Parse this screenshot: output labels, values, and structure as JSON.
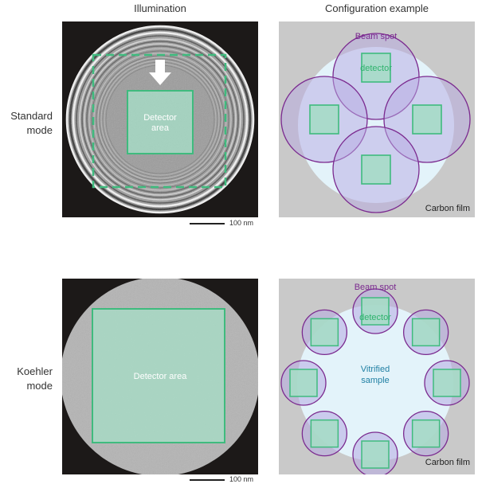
{
  "headers": {
    "illumination": "Illumination",
    "configuration": "Configuration example"
  },
  "rows": {
    "standard": {
      "line1": "Standard",
      "line2": "mode"
    },
    "koehler": {
      "line1": "Koehler",
      "line2": "mode"
    }
  },
  "standard_panel": {
    "detector_line1": "Detector",
    "detector_line2": "area",
    "scale": "100 nm"
  },
  "koehler_panel": {
    "detector_label": "Detector area",
    "scale": "100 nm"
  },
  "config_standard": {
    "beam_spot": "Beam spot",
    "detector": "detector",
    "carbon_film": "Carbon film"
  },
  "config_koehler": {
    "beam_spot": "Beam spot",
    "detector": "detector",
    "vitrified_line1": "Vitrified",
    "vitrified_line2": "sample",
    "carbon_film": "Carbon film"
  },
  "colors": {
    "detector_fill": "#a6dcc6",
    "detector_stroke": "#3fbb7e",
    "beam_fill": "#b7a9e2",
    "beam_stroke": "#7b2a8f",
    "carbon": "#c9c9c9",
    "vitrified": "#e3f3fa",
    "label_green": "#2fb36e",
    "label_purple": "#7b2a8f",
    "label_blue": "#1f7fa3"
  }
}
